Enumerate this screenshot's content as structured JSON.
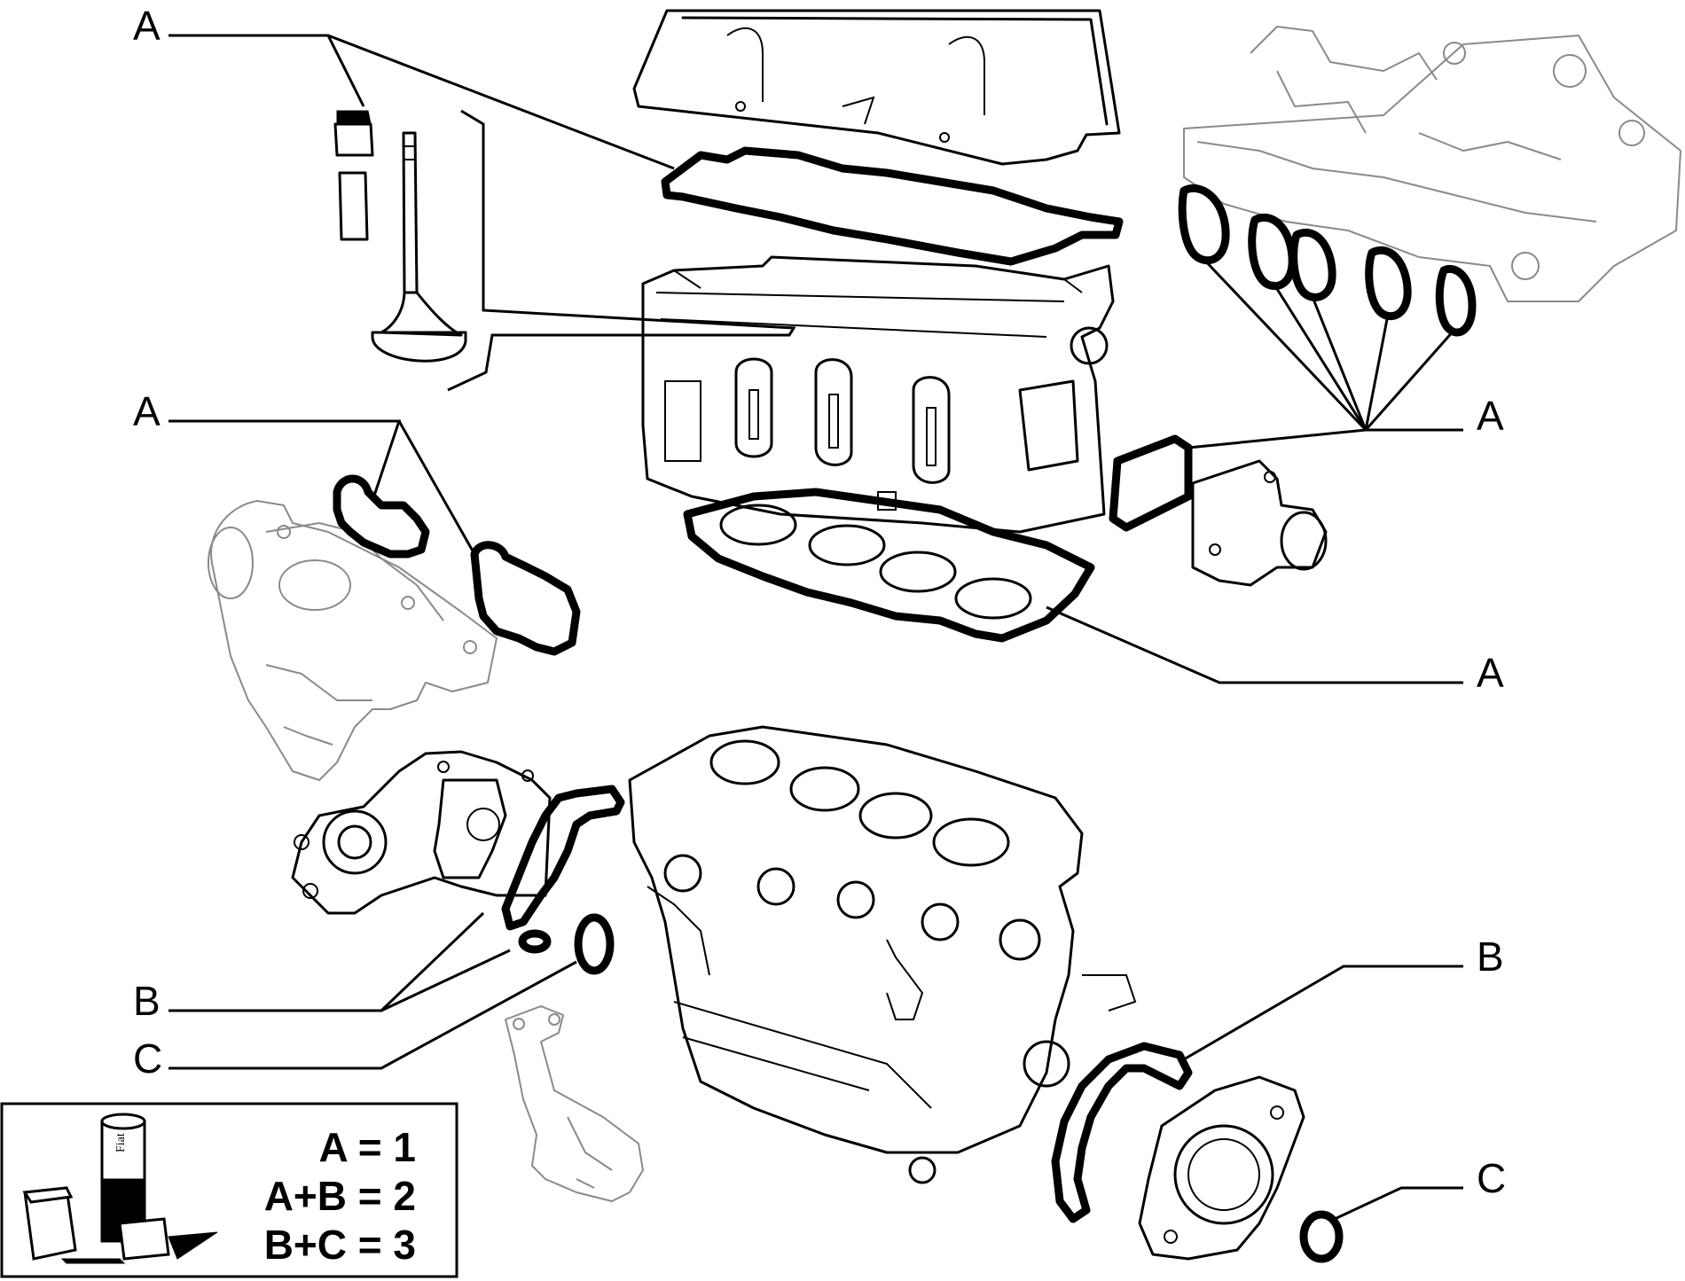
{
  "callouts": {
    "a_valve_cover": "A",
    "a_exhaust": "A",
    "a_intake": "A",
    "a_head_gasket": "A",
    "b_oil_pump": "B",
    "c_oil_pump": "C",
    "b_rear_cover": "B",
    "c_rear_seal": "C"
  },
  "legend": {
    "line1": "A = 1",
    "line2": "A+B = 2",
    "line3": "B+C = 3",
    "box_brand": "Fiat"
  },
  "colors": {
    "ink": "#000000",
    "faint": "#8a8a8a",
    "background": "#ffffff"
  }
}
